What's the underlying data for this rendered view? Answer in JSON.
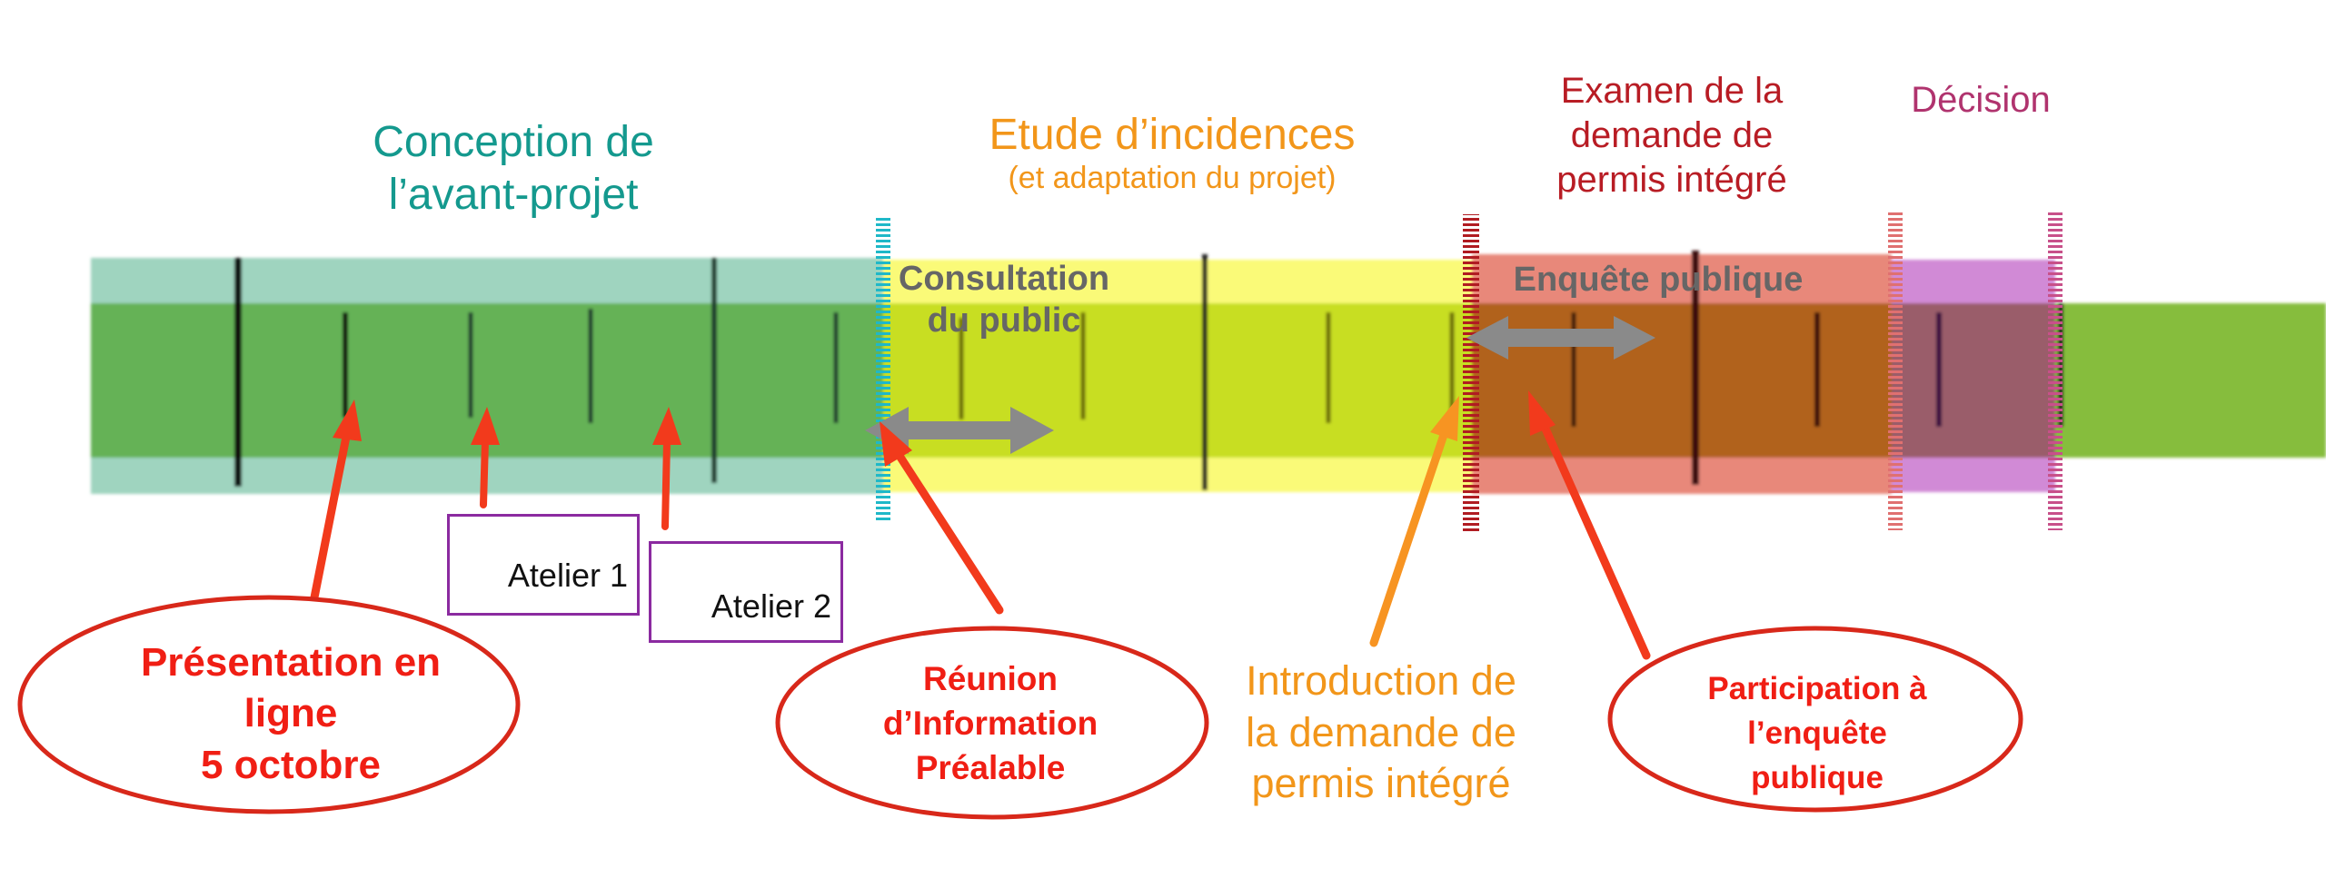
{
  "phases": {
    "conception": "Conception de\nl’avant-projet",
    "etude_title": "Etude d’incidences",
    "etude_sub": "(et adaptation du projet)",
    "examen": "Examen de la\ndemande de\npermis intégré",
    "decision": "Décision"
  },
  "bar_labels": {
    "consultation": "Consultation\ndu public",
    "enquete": "Enquête publique"
  },
  "ateliers": [
    "Atelier 1",
    "Atelier 2"
  ],
  "callouts": {
    "presentation": "Présentation en\nligne\n5 octobre",
    "reunion": "Réunion\nd’Information\nPréalable",
    "introduction": "Introduction de\nla demande de\npermis intégré",
    "participation": "Participation à\nl’enquête\npublique"
  },
  "colors": {
    "teal_band": "#9fd4bf",
    "green_bar": "#6ab156",
    "yellow_band": "#fafa78",
    "salmon_band": "#e8887a",
    "purple_band": "#d18ad6",
    "red_arrow": "#f23a1c",
    "orange_arrow": "#f79422",
    "ellipse_stroke": "#d8281a"
  }
}
